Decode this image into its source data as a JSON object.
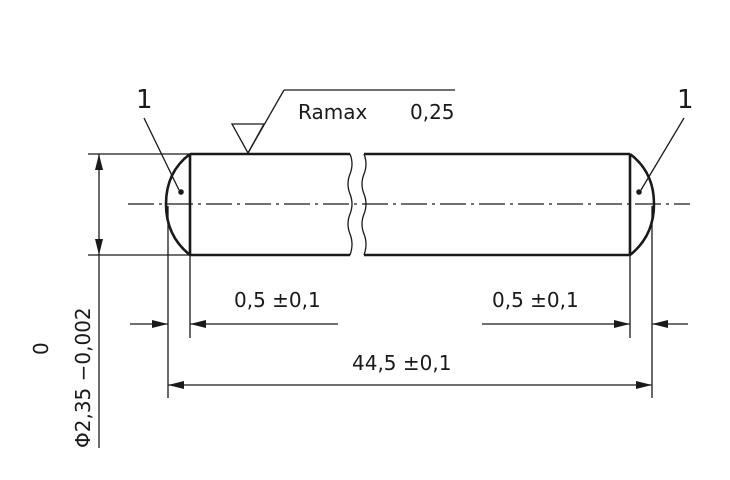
{
  "drawing": {
    "callout_left": "1",
    "callout_right": "1",
    "roughness": {
      "label": "Ramax",
      "value": "0,25"
    },
    "dims": {
      "chamfer_left": "0,5 ±0,1",
      "chamfer_right": "0,5 ±0,1",
      "overall_length": "44,5 ±0,1",
      "diameter": "Φ2,35 −0,002",
      "diameter_upper_tol": "0"
    }
  }
}
